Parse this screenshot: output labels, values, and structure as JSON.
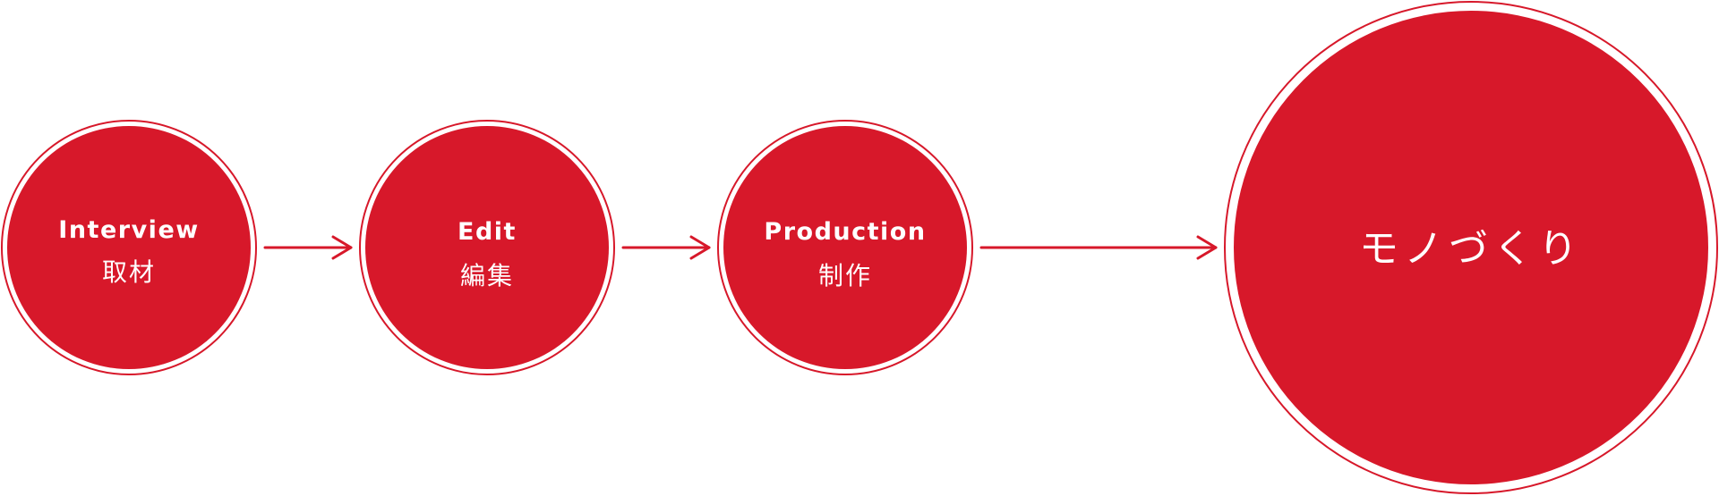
{
  "colors": {
    "primary": "#d7182a",
    "text": "#ffffff",
    "background": "#ffffff"
  },
  "steps": [
    {
      "label_en": "Interview",
      "label_jp": "取材"
    },
    {
      "label_en": "Edit",
      "label_jp": "編集"
    },
    {
      "label_en": "Production",
      "label_jp": "制作"
    }
  ],
  "final": {
    "label": "モノづくり"
  }
}
